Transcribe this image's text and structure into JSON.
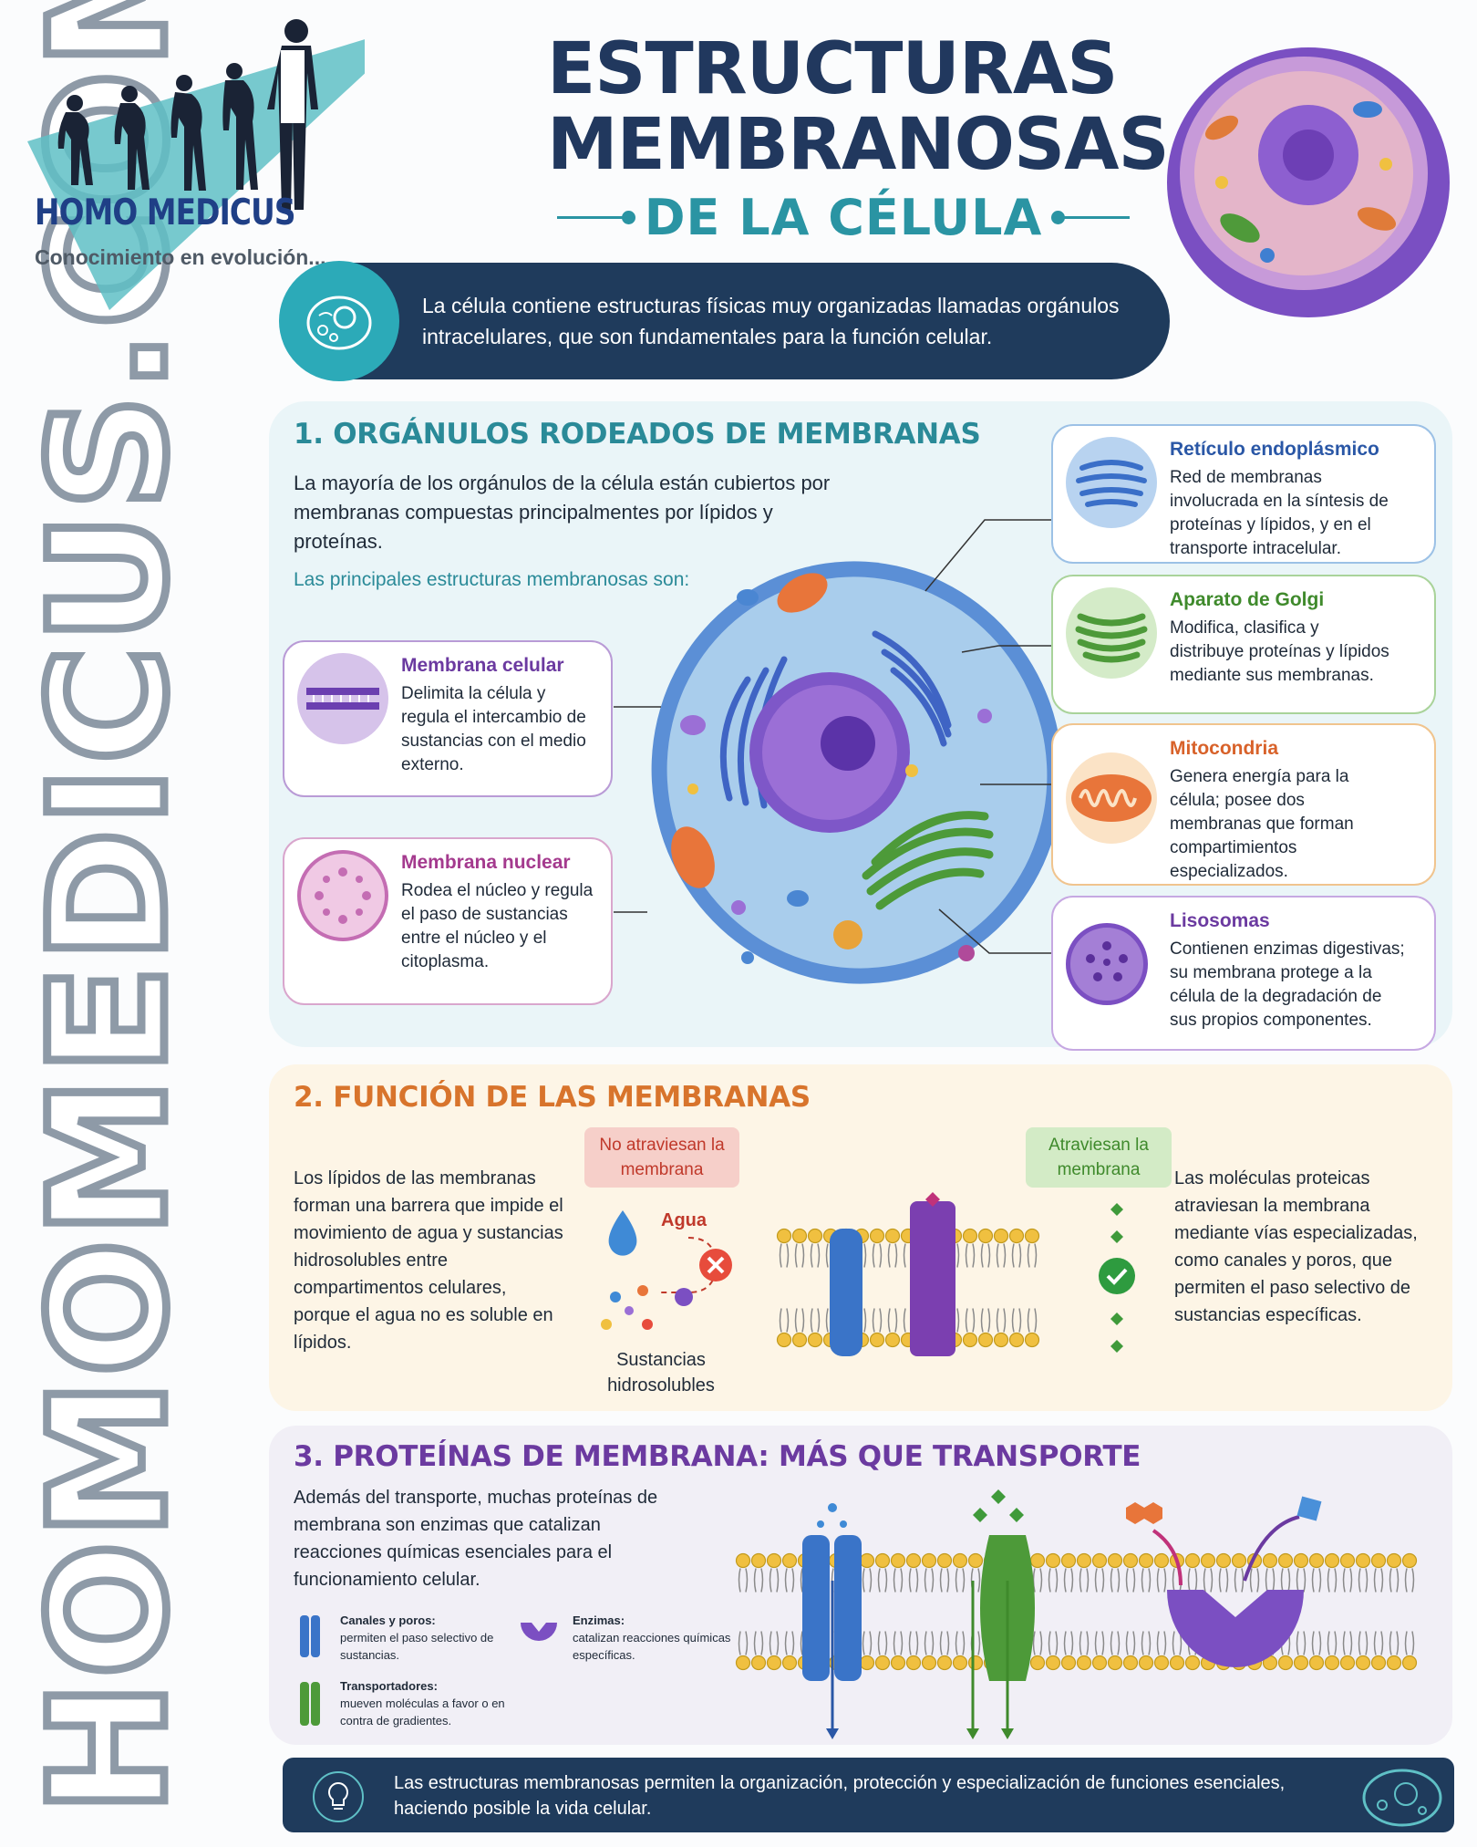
{
  "brand": {
    "name": "HOMO MEDICUS",
    "tagline": "Conocimiento en evolución...",
    "vertical": "HOMOMEDICUS.COM"
  },
  "title": {
    "line1": "ESTRUCTURAS",
    "line2": "MEMBRANOSAS",
    "subtitle": "DE LA CÉLULA"
  },
  "intro": "La célula contiene estructuras físicas muy organizadas llamadas orgánulos intracelulares, que son fundamentales para la función celular.",
  "section1": {
    "title": "1. ORGÁNULOS RODEADOS DE MEMBRANAS",
    "paragraph": "La mayoría de los orgánulos de la célula están cubiertos por membranas compuestas principalmentes por lípidos y proteínas.",
    "subheading": "Las principales estructuras membranosas son:",
    "cards": [
      {
        "title": "Membrana celular",
        "text": "Delimita la célula y regula el intercambio de sustancias con el medio externo.",
        "color": "#7b3fb0"
      },
      {
        "title": "Membrana nuclear",
        "text": "Rodea el núcleo y regula el paso de sustancias entre el núcleo y el citoplasma.",
        "color": "#a43a8e"
      },
      {
        "title": "Retículo endoplásmico",
        "text": "Red de membranas involucrada en la síntesis de proteínas y lípidos, y en el transporte intracelular.",
        "color": "#2a57a6"
      },
      {
        "title": "Aparato de Golgi",
        "text": "Modifica, clasifica y distribuye proteínas y lípidos mediante sus membranas.",
        "color": "#3f8a2c"
      },
      {
        "title": "Mitocondria",
        "text": "Genera energía para la célula; posee dos membranas que forman compartimientos especializados.",
        "color": "#d8622a"
      },
      {
        "title": "Lisosomas",
        "text": "Contienen enzimas digestivas; su membrana protege a la célula de la degradación de sus propios componentes.",
        "color": "#7b3fb0"
      }
    ]
  },
  "section2": {
    "title": "2. FUNCIÓN DE LAS MEMBRANAS",
    "left_text": "Los lípidos de las membranas forman una barrera que impide el movimiento de agua y sustancias hidrosolubles entre compartimentos celulares, porque el agua no es soluble en lípidos.",
    "no_cross_label": "No atraviesan la membrana",
    "water_label": "Agua",
    "hydro_label": "Sustancias hidrosolubles",
    "cross_label": "Atraviesan la membrana",
    "right_text": "Las moléculas proteicas atraviesan la membrana mediante vías especializadas, como canales y poros, que permiten el paso selectivo de sustancias específicas."
  },
  "section3": {
    "title": "3. PROTEÍNAS DE MEMBRANA: MÁS QUE TRANSPORTE",
    "paragraph": "Además del transporte, muchas proteínas de membrana son enzimas que catalizan reacciones químicas esenciales para el funcionamiento celular.",
    "legend": [
      {
        "title": "Canales y poros:",
        "text": "permiten el paso selectivo de sustancias."
      },
      {
        "title": "Transportadores:",
        "text": "mueven moléculas a favor o en contra de gradientes."
      },
      {
        "title": "Enzimas:",
        "text": "catalizan reacciones químicas específicas."
      }
    ]
  },
  "footer": "Las estructuras membranosas permiten la organización, protección y especialización de funciones esenciales, haciendo posible la vida celular.",
  "colors": {
    "navy": "#1f3b5c",
    "teal": "#2a94a3",
    "section1_title": "#2a8a98",
    "section2_title": "#d8742c",
    "section3_title": "#6b3aa0"
  }
}
